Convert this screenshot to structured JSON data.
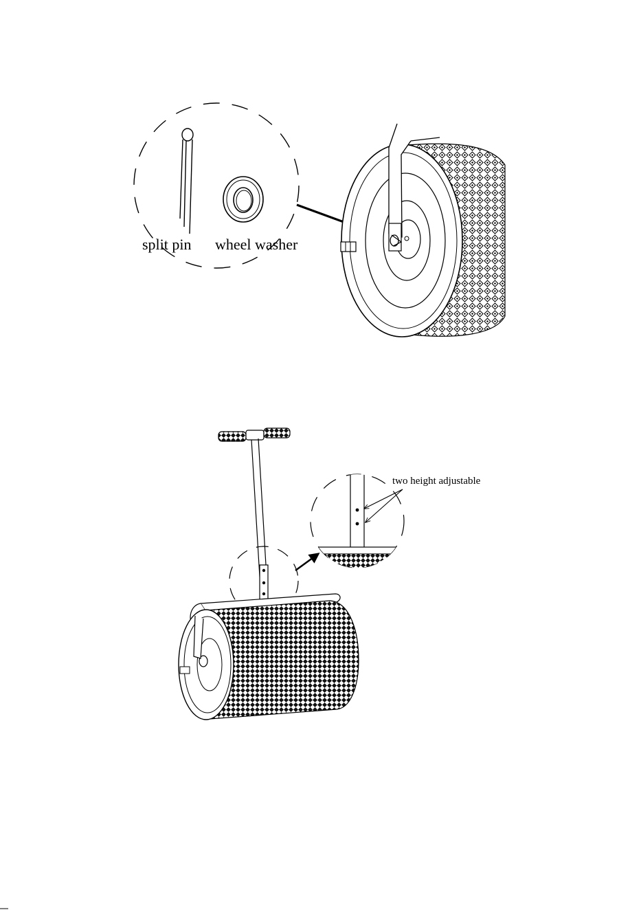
{
  "figure1": {
    "labels": {
      "split_pin": "split pin",
      "wheel_washer": "wheel washer"
    }
  },
  "figure2": {
    "labels": {
      "height_adjustable": "two height adjustable"
    }
  },
  "colors": {
    "line": "#000000",
    "background": "#ffffff"
  }
}
